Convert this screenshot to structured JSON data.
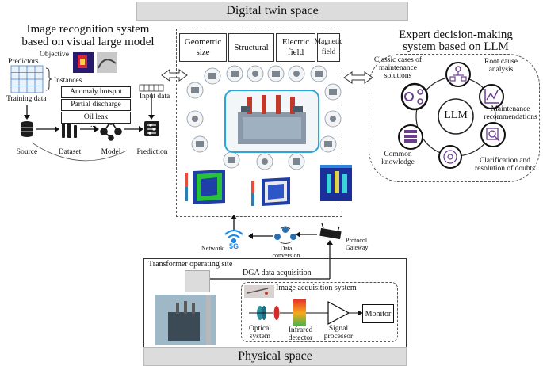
{
  "top_banner": "Digital twin space",
  "bottom_banner": "Physical space",
  "left": {
    "title_line1": "Image recognition system",
    "title_line2": "based on visual large model",
    "predictors": "Predictors",
    "objective": "Objective",
    "instances": "Instances",
    "training_data": "Training data",
    "input_data": "Input data",
    "labels": [
      "Anomaly hotspot",
      "Partial discharge",
      "Oil leak"
    ],
    "ellipsis": "...",
    "pipeline": [
      "Source",
      "Dataset",
      "Model",
      "Prediction"
    ]
  },
  "center": {
    "headers": [
      [
        "Geometric",
        "size"
      ],
      [
        "Structural",
        ""
      ],
      [
        "Electric",
        "field"
      ],
      [
        "Magnetic",
        "field"
      ]
    ]
  },
  "right": {
    "title_line1": "Expert decision-making",
    "title_line2": "system based on LLM",
    "llm": "LLM",
    "classic_line1": "Classic cases of",
    "classic_line2": "maintenance",
    "classic_line3": "solutions",
    "root_line1": "Root cause",
    "root_line2": "analysis",
    "maint_line1": "Maintenance",
    "maint_line2": "recommendations",
    "clar_line1": "Clarification and",
    "clar_line2": "resolution of doubts",
    "common_line1": "Common",
    "common_line2": "knowledge"
  },
  "comm": {
    "network": "Network",
    "fiveg": "5G",
    "data_conv_line1": "Data",
    "data_conv_line2": "conversion",
    "gateway_line1": "Protocol",
    "gateway_line2": "Gateway"
  },
  "physical": {
    "site": "Transformer operating site",
    "dga": "DGA data acquisition",
    "acq_title": "Image acquisition system",
    "optical_line1": "Optical",
    "optical_line2": "system",
    "ir_line1": "Infrared",
    "ir_line2": "detector",
    "signal_line1": "Signal",
    "signal_line2": "processor",
    "monitor": "Monitor"
  },
  "colors": {
    "banner": "#dcdcdc",
    "twin_frame": "#2aa7d8",
    "accent_purple": "#6a3d8f",
    "wifi_blue": "#1e88e5"
  }
}
